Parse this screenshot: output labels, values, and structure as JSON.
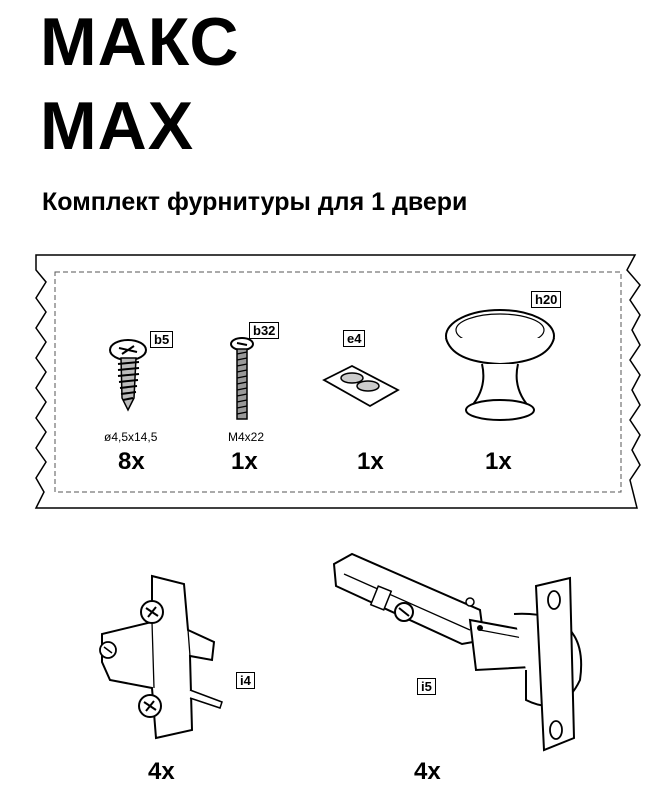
{
  "header": {
    "title_ru": "МАКС",
    "title_en": "MAX",
    "subtitle": "Комплект фурнитуры для 1 двери"
  },
  "bag_parts": [
    {
      "code": "b5",
      "dimension": "ø4,5x14,5",
      "quantity": "8x",
      "icon": "screw-icon"
    },
    {
      "code": "b32",
      "dimension": "M4x22",
      "quantity": "1x",
      "icon": "bolt-icon"
    },
    {
      "code": "e4",
      "dimension": "",
      "quantity": "1x",
      "icon": "bumper-pads-icon"
    },
    {
      "code": "h20",
      "dimension": "",
      "quantity": "1x",
      "icon": "knob-icon"
    }
  ],
  "hinge_parts": [
    {
      "code": "i4",
      "quantity": "4x",
      "icon": "mounting-plate-icon"
    },
    {
      "code": "i5",
      "quantity": "4x",
      "icon": "hinge-icon"
    }
  ]
}
